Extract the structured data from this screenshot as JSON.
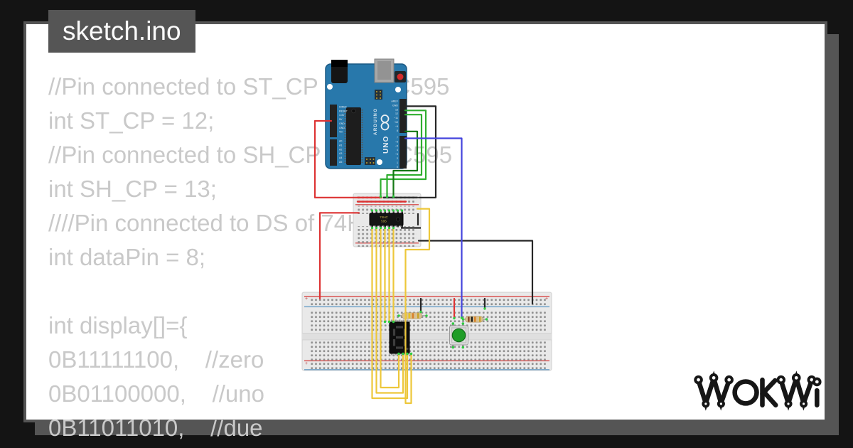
{
  "title_tab": {
    "label": "sketch.ino"
  },
  "code": {
    "lines": [
      "//Pin connected to ST_CP of 74HC595",
      "int ST_CP = 12;",
      "//Pin connected to SH_CP of 74HC595",
      "int SH_CP = 13;",
      "////Pin connected to DS of 74HC595",
      "int dataPin = 8;",
      "",
      "int display[]={",
      "0B11111100,    //zero",
      "0B01100000,    //uno",
      "0B11011010,    //due"
    ]
  },
  "logo": {
    "label": "WOKWI"
  },
  "colors": {
    "background": "#141414",
    "chrome": "#555555",
    "card": "#ffffff",
    "code_text": "#c9c9c9",
    "arduino_board": "#2878ab",
    "breadboard": "#e9e9e9",
    "wire_red": "#dd3333",
    "wire_green": "#2fae2f",
    "wire_green_dark": "#157815",
    "wire_black": "#262626",
    "wire_blue": "#4444dd",
    "wire_yellow": "#edc73a",
    "connection_dot_green": "#2ecc40",
    "button_cap_green": "#1f9d27"
  },
  "circuit": {
    "arduino": {
      "brand": "ARDUINO",
      "model": "UNO",
      "pins_left_power": [
        "IOREF",
        "RESET",
        "3.3V",
        "5V",
        "GND",
        "GND",
        "Vin"
      ],
      "pins_left_analog": [
        "A0",
        "A1",
        "A2",
        "A3",
        "A4",
        "A5"
      ],
      "pins_right_top": [
        "AREF",
        "GND",
        "13",
        "12",
        "~11",
        "~10",
        "~9",
        "8"
      ],
      "pins_right_bottom": [
        "7",
        "~6",
        "~5",
        "4",
        "~3",
        "2",
        "1",
        "0"
      ]
    },
    "shift_register": {
      "line1": "74HC",
      "line2": "595"
    },
    "breadboard": {
      "plus": "+"
    }
  }
}
